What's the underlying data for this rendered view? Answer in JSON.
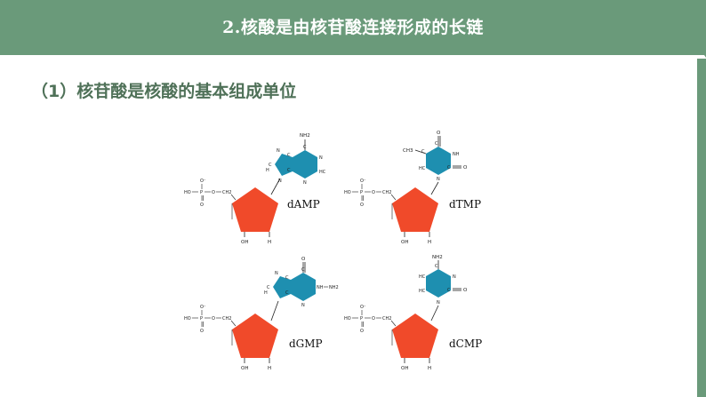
{
  "header": {
    "title": "2.核酸是由核苷酸连接形成的长链"
  },
  "section": {
    "title": "（1）核苷酸是核酸的基本组成单位"
  },
  "colors": {
    "header_green": "#6a9a7a",
    "section_green": "#4f7158",
    "sugar_red": "#f04a2a",
    "base_teal": "#1e8fb0"
  },
  "molecules": [
    {
      "label": "dAMP",
      "base_atoms": [
        "NH2",
        "C",
        "N",
        "HC",
        "N",
        "C",
        "C",
        "N",
        "C",
        "H",
        "N"
      ],
      "phosphate": {
        "o_minus": "O⁻",
        "ho": "HO",
        "p": "P",
        "o_dbl": "O",
        "o_link": "O",
        "ch2": "CH2"
      },
      "sugar": {
        "oh": "OH",
        "h": "H"
      }
    },
    {
      "label": "dTMP",
      "base_atoms": [
        "O",
        "CH3",
        "C",
        "C",
        "NH",
        "HC",
        "C",
        "O",
        "N"
      ],
      "phosphate": {
        "o_minus": "O⁻",
        "ho": "HO",
        "p": "P",
        "o_dbl": "O",
        "o_link": "O",
        "ch2": "CH2"
      },
      "sugar": {
        "oh": "OH",
        "h": "H"
      }
    },
    {
      "label": "dGMP",
      "base_atoms": [
        "O",
        "C",
        "NH",
        "NH2",
        "N",
        "C",
        "C",
        "N",
        "C",
        "H"
      ],
      "phosphate": {
        "o_minus": "O⁻",
        "ho": "HO",
        "p": "P",
        "o_dbl": "O",
        "o_link": "O",
        "ch2": "CH2"
      },
      "sugar": {
        "oh": "OH",
        "h": "H"
      }
    },
    {
      "label": "dCMP",
      "base_atoms": [
        "NH2",
        "C",
        "N",
        "HC",
        "C",
        "O",
        "HC",
        "N"
      ],
      "phosphate": {
        "o_minus": "O⁻",
        "ho": "HO",
        "p": "P",
        "o_dbl": "O",
        "o_link": "O",
        "ch2": "CH2"
      },
      "sugar": {
        "oh": "OH",
        "h": "H"
      }
    }
  ]
}
